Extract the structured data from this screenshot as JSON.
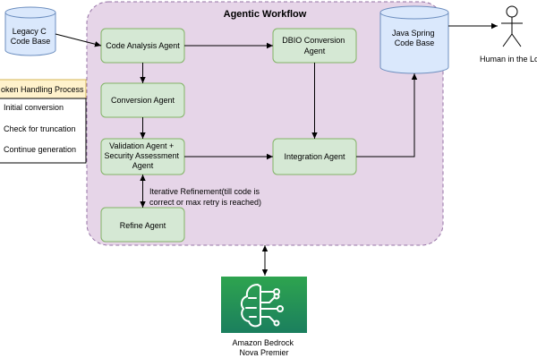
{
  "workflow": {
    "title": "Agentic Workflow",
    "fill": "#e6d5e8",
    "stroke": "#9673a6"
  },
  "agent_style": {
    "fill": "#d5e8d4",
    "stroke": "#82b366"
  },
  "db_style": {
    "fill": "#dae8fc",
    "stroke": "#6c8ebf"
  },
  "agents": {
    "code_analysis": [
      "Code Analysis Agent"
    ],
    "dbio_conversion": [
      "DBIO Conversion",
      "Agent"
    ],
    "conversion": [
      "Conversion Agent"
    ],
    "validation": [
      "Validation Agent +",
      "Security Assessment",
      "Agent"
    ],
    "integration": [
      "Integration Agent"
    ],
    "refine": [
      "Refine Agent"
    ]
  },
  "stores": {
    "legacy_c": [
      "Legacy C",
      "Code Base"
    ],
    "java_spring": [
      "Java Spring",
      "Code Base"
    ]
  },
  "human": {
    "label": "Human in the Lo"
  },
  "token_handling": {
    "title": "oken Handling Process",
    "title_fill": "#fff2cc",
    "title_stroke": "#d6b656",
    "steps": [
      "Initial conversion",
      "Check for truncation",
      "Continue generation"
    ]
  },
  "iterative_refinement": [
    "Iterative Refinement(till code is",
    "correct or max retry is reached)"
  ],
  "bedrock": {
    "label": [
      "Amazon Bedrock",
      "Nova Premier"
    ],
    "icon": "bedrock-brain-icon",
    "icon_color_top": "#2ea44f",
    "icon_color_bottom": "#1b7f5e"
  }
}
